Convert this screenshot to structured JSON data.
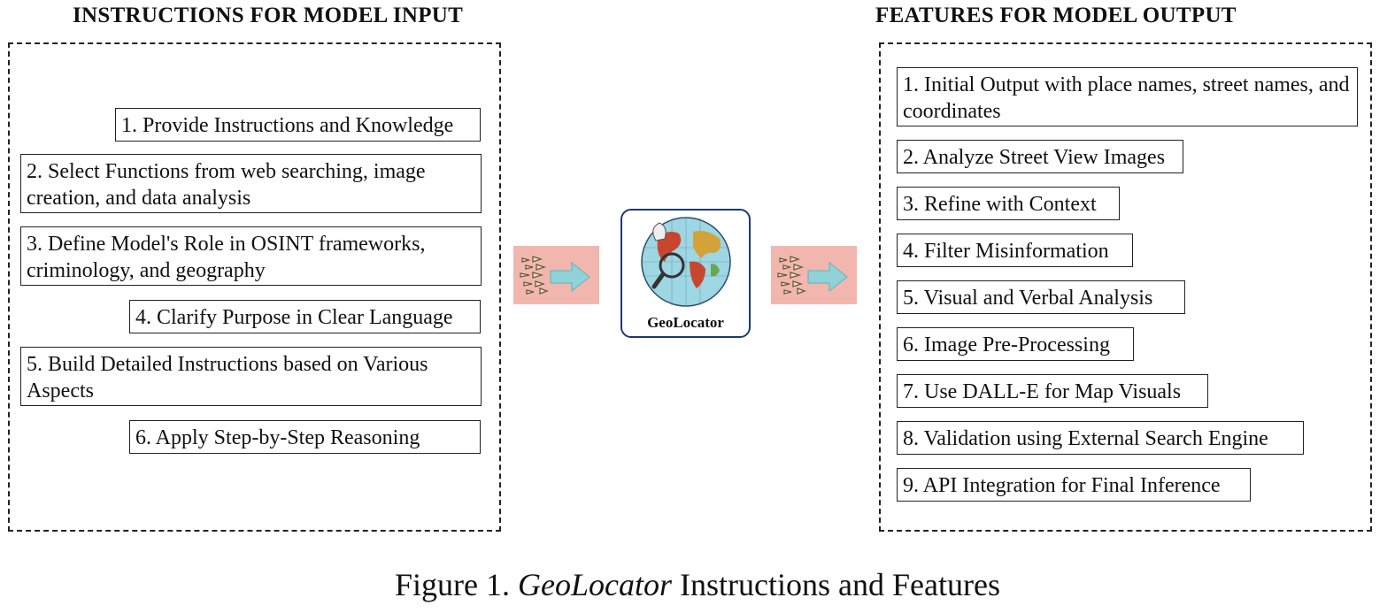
{
  "input": {
    "title": "INSTRUCTIONS FOR MODEL INPUT",
    "items": [
      "1. Provide Instructions and Knowledge",
      "2. Select Functions from web searching, image creation, and data analysis",
      "3. Define Model's Role in OSINT frameworks, criminology, and geography",
      "4. Clarify Purpose in Clear Language",
      "5. Build Detailed Instructions based on Various Aspects",
      "6. Apply Step-by-Step Reasoning"
    ]
  },
  "output": {
    "title": "FEATURES FOR MODEL OUTPUT",
    "items": [
      "1. Initial Output with place names, street names, and coordinates",
      "2. Analyze Street View Images",
      "3. Refine with Context",
      "4. Filter Misinformation",
      "5. Visual and Verbal Analysis",
      "6. Image Pre-Processing",
      "7. Use DALL-E for Map Visuals",
      "8. Validation using External Search Engine",
      "9. API Integration for Final Inference"
    ]
  },
  "center": {
    "label": "GeoLocator"
  },
  "caption": {
    "prefix": "Figure 1. ",
    "name": "GeoLocator",
    "suffix": " Instructions and Features"
  },
  "colors": {
    "arrow_bg": "#f1b6ae",
    "arrow_head": "#8fd3d8",
    "card_border": "#1d3a6e",
    "globe_ocean": "#9ed6e3",
    "globe_land": "#c8462f"
  }
}
